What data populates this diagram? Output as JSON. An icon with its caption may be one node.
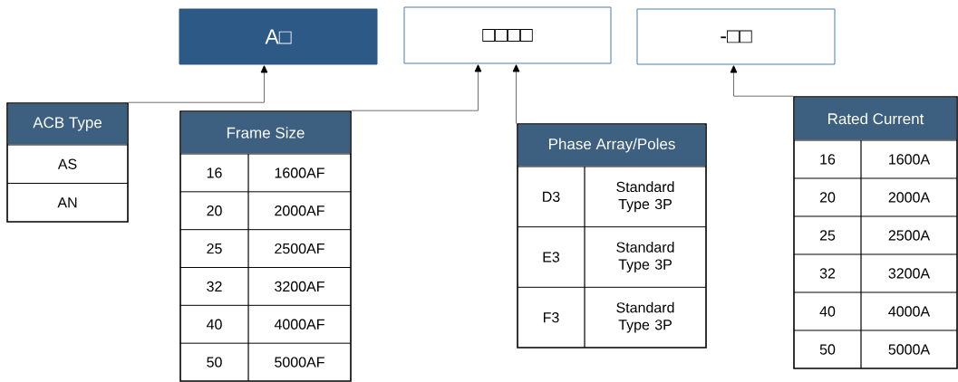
{
  "diagram": {
    "nodes": [
      {
        "text": [
          "A□"
        ]
      },
      {
        "text": [
          "□□□□"
        ]
      },
      {
        "text": [
          "-□□"
        ]
      },
      {
        "text": [
          "ACB Type",
          "AS",
          "AN"
        ]
      },
      {
        "text": [
          "Frame Size",
          "16",
          "1600AF",
          "20",
          "2000AF",
          "25",
          "2500AF",
          "32",
          "3200AF",
          "40",
          "4000AF",
          "50",
          "5000AF"
        ]
      },
      {
        "text": [
          "Phase Array/Poles",
          "D3",
          "Standard Type 3P",
          "E3",
          "Standard Type 3P",
          "F3",
          "Standard Type 3P"
        ]
      },
      {
        "text": [
          "Rated Current",
          "16",
          "1600A",
          "20",
          "2000A",
          "25",
          "2500A",
          "32",
          "3200A",
          "40",
          "4000A",
          "50",
          "5000A"
        ]
      }
    ],
    "edges": [
      {
        "from": 3,
        "to": 0,
        "arrow": "to"
      },
      {
        "from": 4,
        "to": 1,
        "arrow": "to"
      },
      {
        "from": 5,
        "to": 1,
        "arrow": "to"
      },
      {
        "from": 6,
        "to": 2,
        "arrow": "to"
      }
    ]
  }
}
